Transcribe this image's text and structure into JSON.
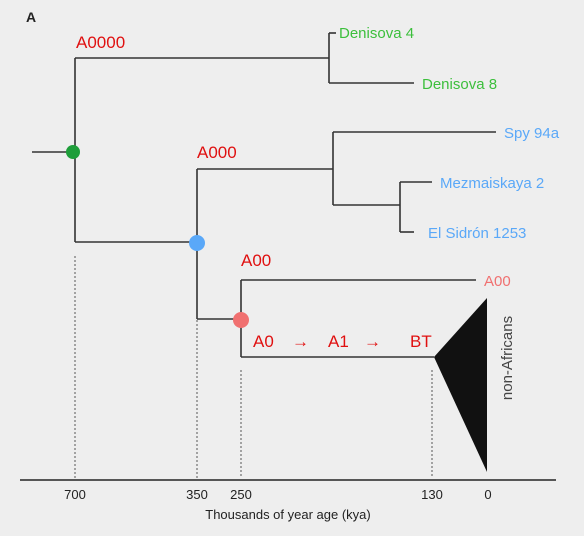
{
  "panel_label": "A",
  "haplogroups": {
    "a0000": "A0000",
    "a000": "A000",
    "a00_node": "A00",
    "a00_leaf": "A00",
    "a0": "A0",
    "a1": "A1",
    "bt": "BT",
    "arrow": "→"
  },
  "samples": {
    "denisova4": "Denisova 4",
    "denisova8": "Denisova 8",
    "spy94a": "Spy 94a",
    "mezmaiskaya2": "Mezmaiskaya 2",
    "elsidron1253": "El Sidrón 1253"
  },
  "non_africans": "non-Africans",
  "axis": {
    "ticks": [
      "700",
      "350",
      "250",
      "130",
      "0"
    ],
    "title": "Thousands of year age (kya)"
  },
  "colors": {
    "denisovan": "#3cbf3c",
    "neanderthal": "#5aa8f8",
    "red": "#e01010",
    "a00_leaf": "#f07070",
    "node_green": "#1e9e3a",
    "node_blue": "#5aa8f8",
    "node_red": "#f07070",
    "line": "#333333"
  }
}
